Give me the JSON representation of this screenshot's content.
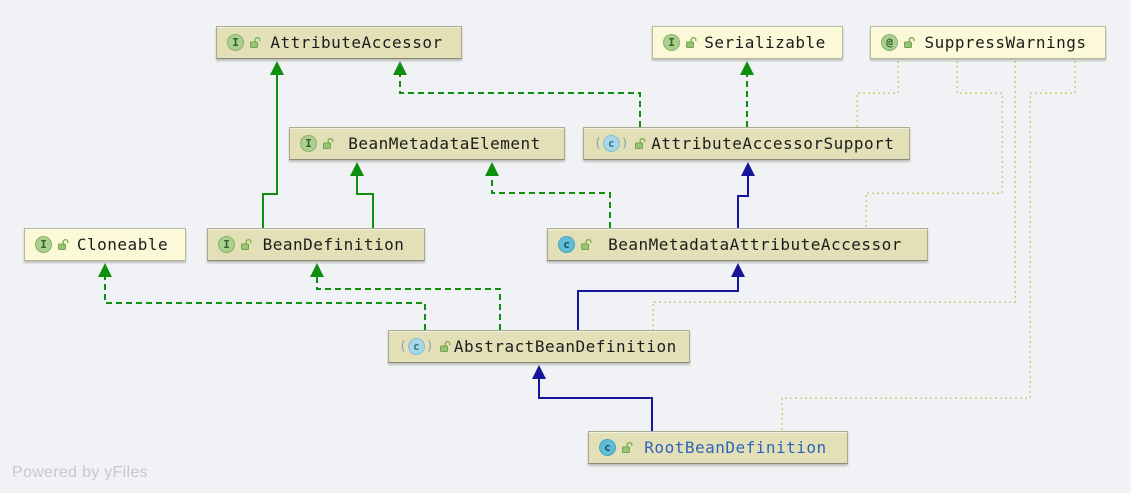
{
  "diagram": {
    "tool_watermark": {
      "prefix": "Powered by ",
      "brand": "yFiles"
    },
    "icon_glyphs": {
      "interface": "I",
      "class": "c",
      "annotation": "@"
    },
    "colors": {
      "canvas_bg": "#f1f2f5",
      "project_node_bg": "#e3e0b8",
      "library_node_bg": "#fbf9d8",
      "text": "#1c1c1c",
      "selected_text": "#2f62bd",
      "extends_edge": "#0f8f0f",
      "class_extends_edge": "#16169a",
      "annotation_edge": "#cdcc7d",
      "watermark": "#c6c8cc"
    },
    "nodes": [
      {
        "id": "attribute-accessor",
        "label": "AttributeAccessor",
        "kind": "interface",
        "scope": "project"
      },
      {
        "id": "serializable",
        "label": "Serializable",
        "kind": "interface",
        "scope": "library"
      },
      {
        "id": "suppress-warnings",
        "label": "SuppressWarnings",
        "kind": "annotation",
        "scope": "library"
      },
      {
        "id": "bean-metadata-element",
        "label": "BeanMetadataElement",
        "kind": "interface",
        "scope": "project"
      },
      {
        "id": "attribute-accessor-support",
        "label": "AttributeAccessorSupport",
        "kind": "abstract-class",
        "scope": "project"
      },
      {
        "id": "cloneable",
        "label": "Cloneable",
        "kind": "interface",
        "scope": "library"
      },
      {
        "id": "bean-definition",
        "label": "BeanDefinition",
        "kind": "interface",
        "scope": "project"
      },
      {
        "id": "bean-metadata-attribute-accessor",
        "label": "BeanMetadataAttributeAccessor",
        "kind": "class",
        "scope": "project"
      },
      {
        "id": "abstract-bean-definition",
        "label": "AbstractBeanDefinition",
        "kind": "abstract-class",
        "scope": "project"
      },
      {
        "id": "root-bean-definition",
        "label": "RootBeanDefinition",
        "kind": "class",
        "scope": "project",
        "selected": true
      }
    ],
    "edges": [
      {
        "from": "BeanDefinition",
        "to": "AttributeAccessor",
        "type": "extends"
      },
      {
        "from": "BeanDefinition",
        "to": "BeanMetadataElement",
        "type": "extends"
      },
      {
        "from": "AttributeAccessorSupport",
        "to": "AttributeAccessor",
        "type": "implements"
      },
      {
        "from": "AttributeAccessorSupport",
        "to": "Serializable",
        "type": "implements"
      },
      {
        "from": "BeanMetadataAttributeAccessor",
        "to": "BeanMetadataElement",
        "type": "implements"
      },
      {
        "from": "BeanMetadataAttributeAccessor",
        "to": "AttributeAccessorSupport",
        "type": "extends"
      },
      {
        "from": "AbstractBeanDefinition",
        "to": "Cloneable",
        "type": "implements"
      },
      {
        "from": "AbstractBeanDefinition",
        "to": "BeanDefinition",
        "type": "implements"
      },
      {
        "from": "AbstractBeanDefinition",
        "to": "BeanMetadataAttributeAccessor",
        "type": "extends"
      },
      {
        "from": "RootBeanDefinition",
        "to": "AbstractBeanDefinition",
        "type": "extends"
      },
      {
        "from": "AttributeAccessorSupport",
        "to": "SuppressWarnings",
        "type": "annotated-by"
      },
      {
        "from": "BeanMetadataAttributeAccessor",
        "to": "SuppressWarnings",
        "type": "annotated-by"
      },
      {
        "from": "AbstractBeanDefinition",
        "to": "SuppressWarnings",
        "type": "annotated-by"
      },
      {
        "from": "RootBeanDefinition",
        "to": "SuppressWarnings",
        "type": "annotated-by"
      }
    ]
  }
}
